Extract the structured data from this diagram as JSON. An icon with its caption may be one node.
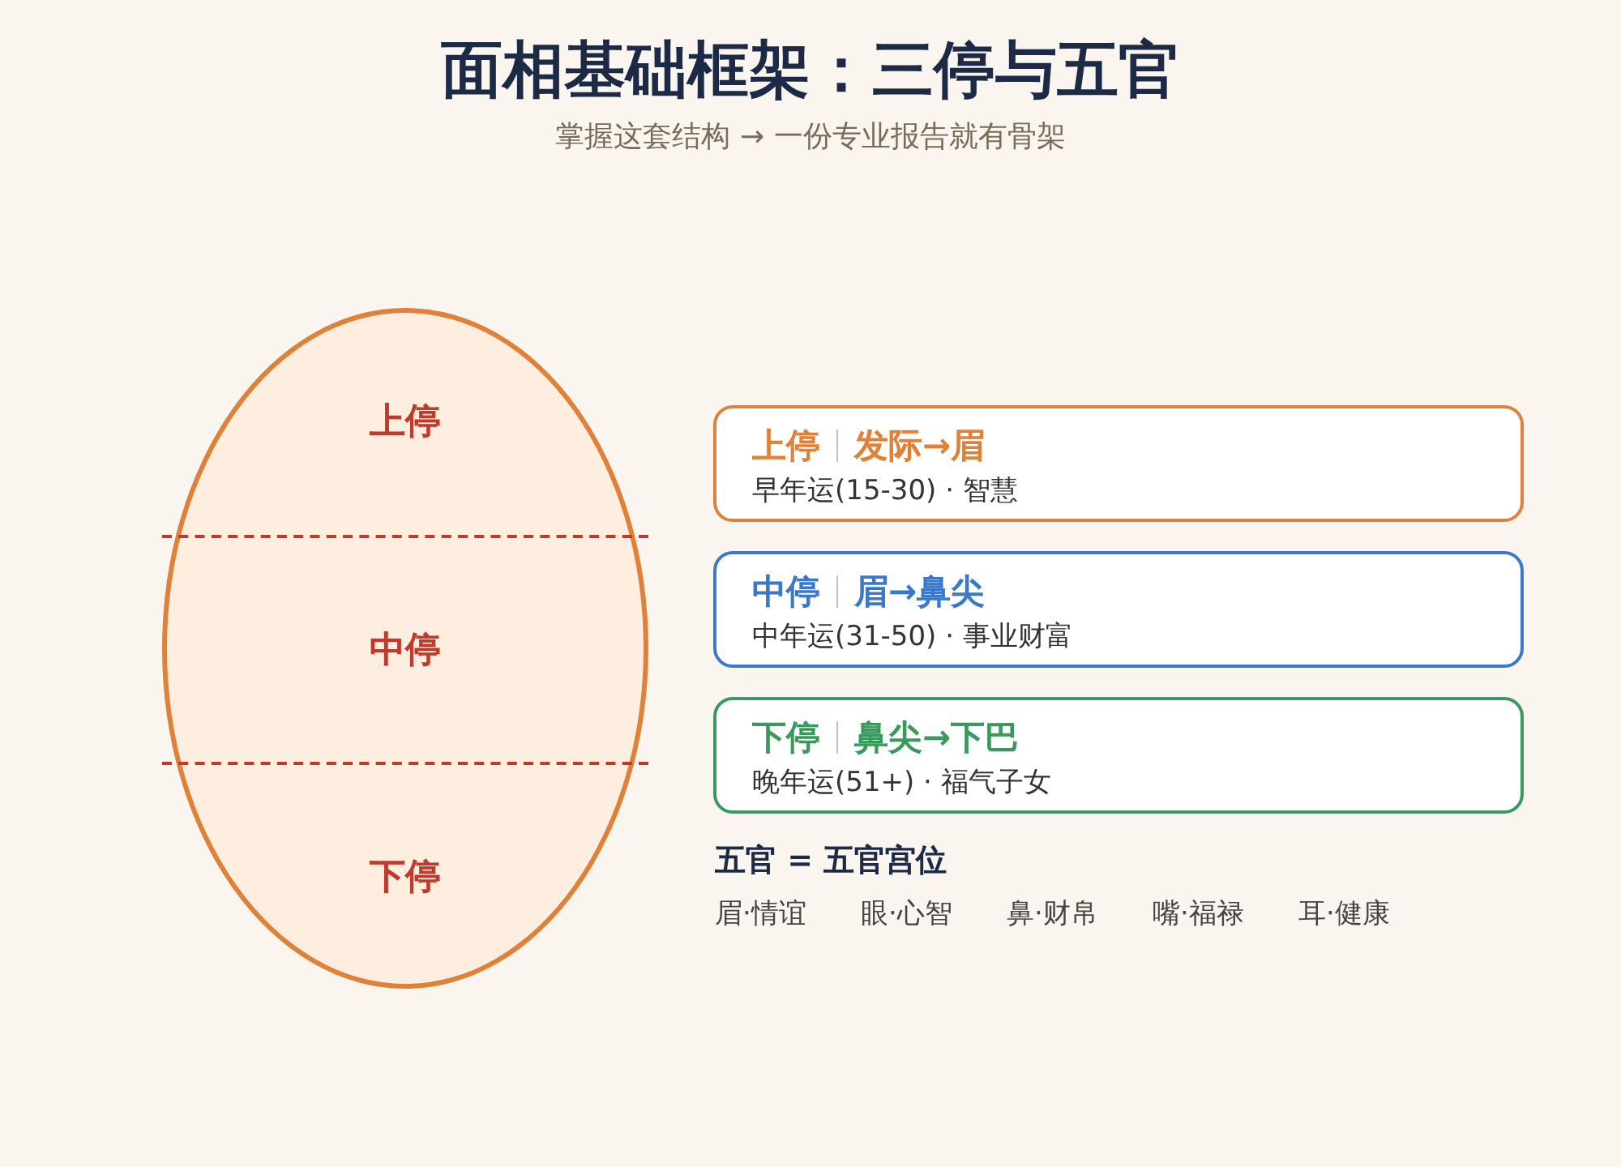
{
  "diagram": {
    "title": "面相基础框架：三停与五官",
    "caption": "掌握这套结构 → 一份专业报告就有骨架",
    "nodes": [
      {
        "text": [],
        "shape": "ellipse"
      },
      {
        "text": [
          "上停"
        ],
        "in": 0
      },
      {
        "text": [
          "中停"
        ],
        "in": 0
      },
      {
        "text": [
          "下停"
        ],
        "in": 0
      },
      {
        "text": [
          "上停",
          "发际→眉",
          "早年运(15-30) · 智慧"
        ]
      },
      {
        "text": [
          "中停",
          "眉→鼻尖",
          "中年运(31-50) · 事业财富"
        ]
      },
      {
        "text": [
          "下停",
          "鼻尖→下巴",
          "晚年运(51+) · 福气子女"
        ]
      }
    ],
    "labels": [
      "五官 = 五官宫位",
      "眉·情谊",
      "眼·心智",
      "鼻·财帛",
      "嘴·福禄",
      "耳·健康"
    ]
  }
}
